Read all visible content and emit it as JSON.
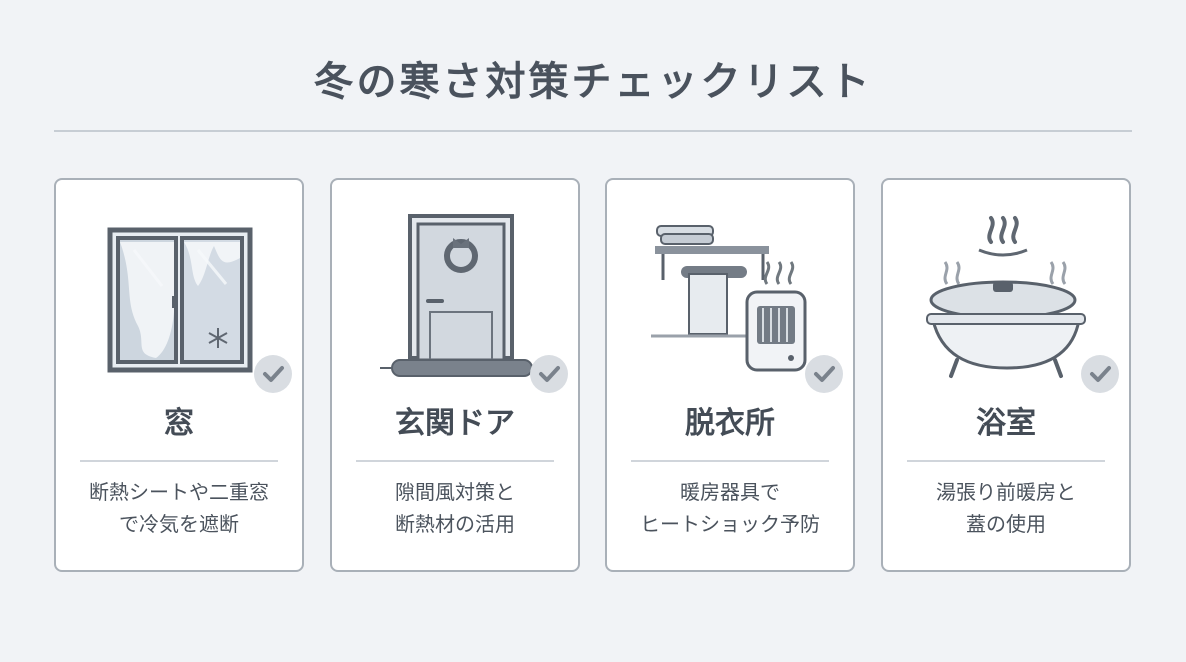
{
  "title": "冬の寒さ対策チェックリスト",
  "cards": [
    {
      "title": "窓",
      "lines": [
        "断熱シートや二重窓",
        "で冷気を遮断"
      ],
      "icon": "window-icon"
    },
    {
      "title": "玄関ドア",
      "lines": [
        "隙間風対策と",
        "断熱材の活用"
      ],
      "icon": "door-icon"
    },
    {
      "title": "脱衣所",
      "lines": [
        "暖房器具で",
        "ヒートショック予防"
      ],
      "icon": "heater-icon"
    },
    {
      "title": "浴室",
      "lines": [
        "湯張り前暖房と",
        "蓋の使用"
      ],
      "icon": "bathtub-icon"
    }
  ],
  "colors": {
    "background": "#f1f3f6",
    "card_border": "#a9b0b8",
    "text": "#444c56",
    "check_badge": "#d9dde2"
  }
}
